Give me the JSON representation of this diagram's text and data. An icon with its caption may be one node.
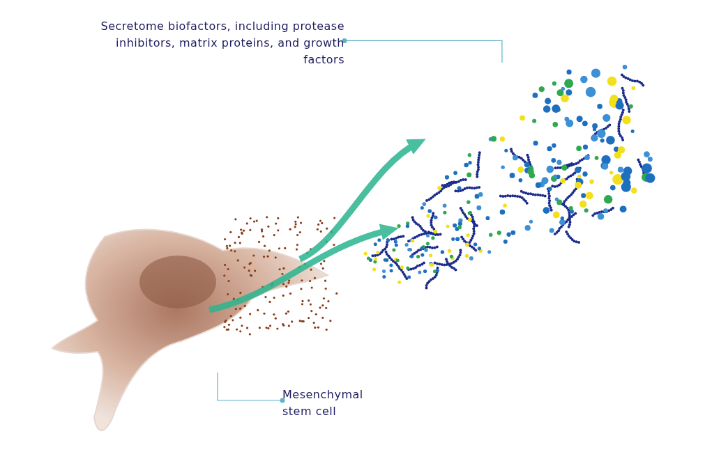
{
  "diagram": {
    "nodes": [
      {
        "text": [
          "Secretome biofactors, including protease inhibitors, matrix proteins, and growth factors"
        ]
      },
      {
        "text": [],
        "shape": "picture"
      },
      {
        "text": [
          "Mesenchymal stem cell"
        ]
      },
      {
        "text": [],
        "shape": "picture"
      }
    ],
    "edges": [
      {
        "from": 0,
        "to": 1,
        "arrow": "other"
      },
      {
        "from": 3,
        "to": 1,
        "arrow": "to",
        "style": "thick",
        "color": "#2bb58f"
      },
      {
        "from": 3,
        "to": 1,
        "arrow": "to",
        "style": "thick",
        "color": "#2bb58f"
      },
      {
        "from": 2,
        "to": 3,
        "arrow": "other"
      }
    ]
  }
}
